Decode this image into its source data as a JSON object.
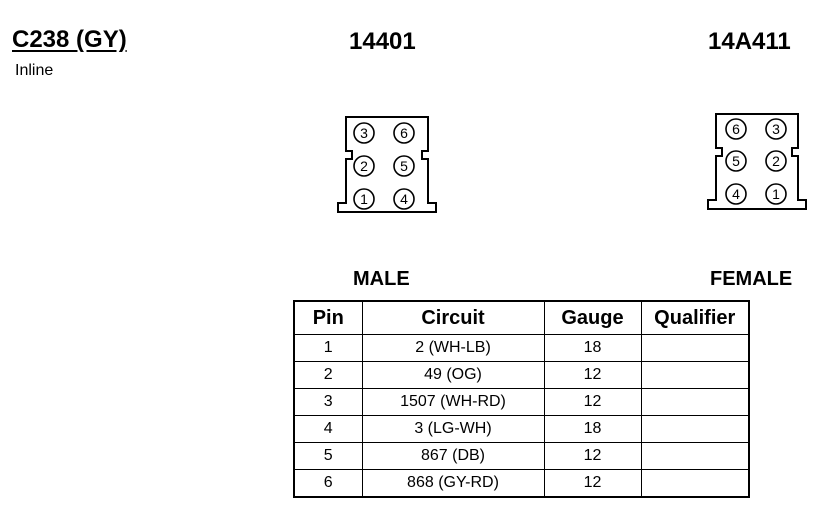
{
  "connector": {
    "name": "C238 (GY)",
    "location": "Inline"
  },
  "parts": {
    "male_part_number": "14401",
    "female_part_number": "14A411",
    "male_label": "MALE",
    "female_label": "FEMALE"
  },
  "male_face": {
    "pins": [
      [
        "3",
        "6"
      ],
      [
        "2",
        "5"
      ],
      [
        "1",
        "4"
      ]
    ]
  },
  "female_face": {
    "pins": [
      [
        "6",
        "3"
      ],
      [
        "5",
        "2"
      ],
      [
        "4",
        "1"
      ]
    ]
  },
  "pin_table": {
    "headers": [
      "Pin",
      "Circuit",
      "Gauge",
      "Qualifier"
    ],
    "rows": [
      [
        "1",
        "2 (WH-LB)",
        "18",
        ""
      ],
      [
        "2",
        "49 (OG)",
        "12",
        ""
      ],
      [
        "3",
        "1507 (WH-RD)",
        "12",
        ""
      ],
      [
        "4",
        "3 (LG-WH)",
        "18",
        ""
      ],
      [
        "5",
        "867 (DB)",
        "12",
        ""
      ],
      [
        "6",
        "868 (GY-RD)",
        "12",
        ""
      ]
    ]
  }
}
